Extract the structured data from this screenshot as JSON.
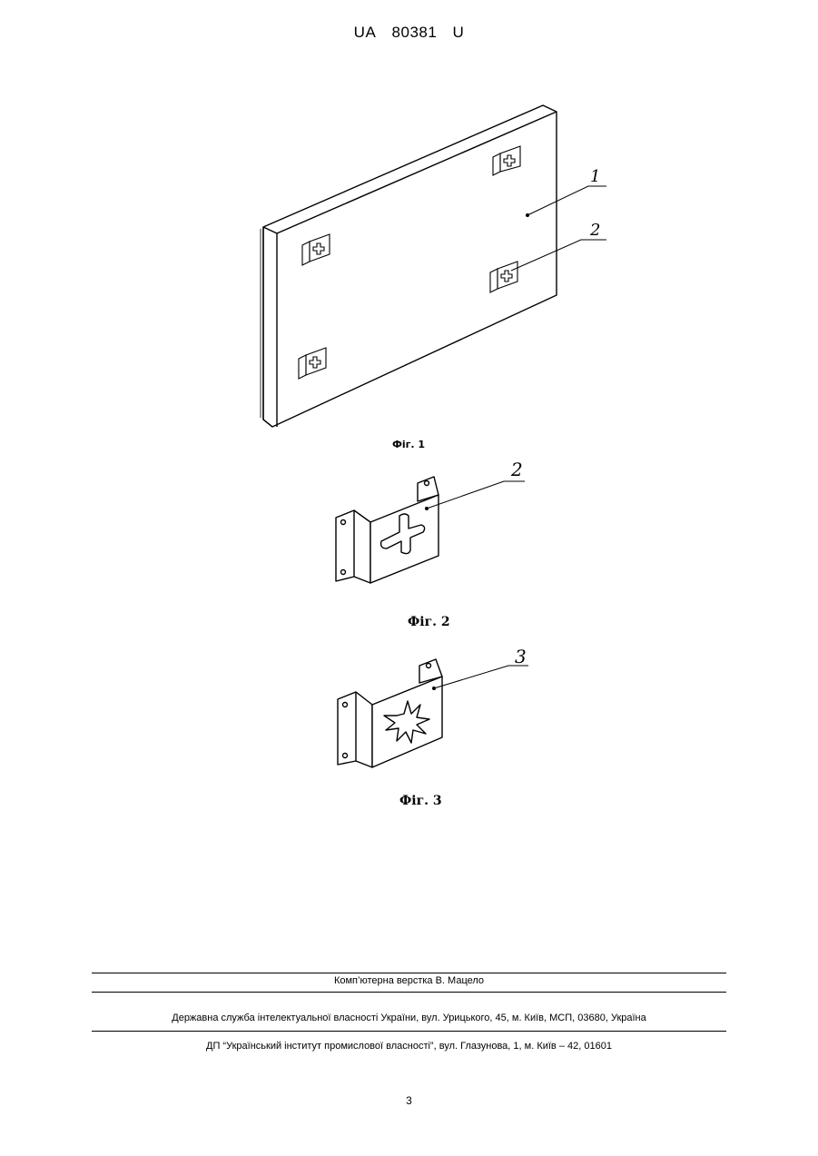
{
  "header": {
    "country": "UA",
    "number": "80381",
    "kind": "U"
  },
  "figures": {
    "fig1": {
      "caption": "Фіг. 1",
      "labels": [
        "1",
        "2"
      ]
    },
    "fig2": {
      "caption": "Фіг. 2",
      "labels": [
        "2"
      ]
    },
    "fig3": {
      "caption": "Фіг. 3",
      "labels": [
        "3"
      ]
    }
  },
  "footer": {
    "layout": "Комп’ютерна верстка В. Мацело",
    "service": "Державна служба інтелектуальної власності України, вул. Урицького, 45, м. Київ, МСП, 03680, Україна",
    "institute": "ДП “Український інститут промислової власності”, вул. Глазунова, 1, м. Київ – 42, 01601"
  },
  "page_number": "3"
}
